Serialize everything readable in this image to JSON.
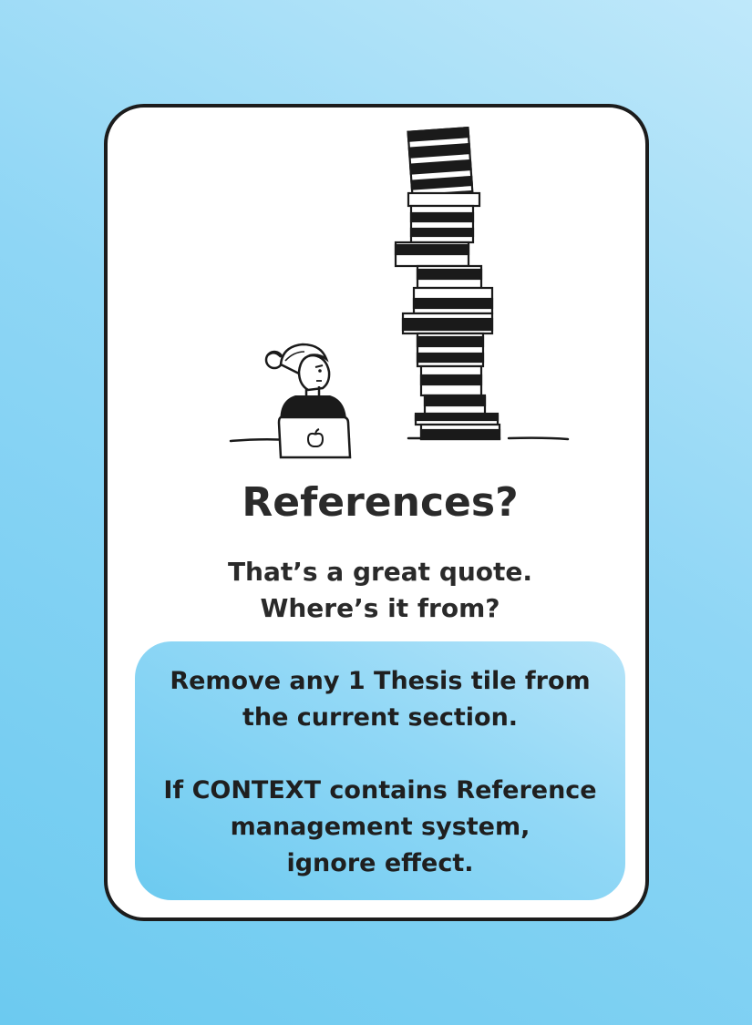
{
  "card": {
    "title": "References?",
    "subtitle": {
      "line1": "That’s a great quote.",
      "line2": "Where’s it from?"
    },
    "effect": {
      "para1": {
        "line1": "Remove any 1 Thesis tile from",
        "line2": "the current section."
      },
      "para2": {
        "line1": "If CONTEXT contains Reference",
        "line2": "management system,",
        "line3": "ignore effect."
      }
    }
  },
  "colors": {
    "background": "#6ccaf0",
    "effect_box": "#8fd6f5",
    "text": "#2a2a2a",
    "card_border": "#1c1c1c"
  },
  "illustration": {
    "icons": [
      "student-at-laptop-icon",
      "tall-book-stack-icon",
      "apple-logo-icon"
    ]
  }
}
